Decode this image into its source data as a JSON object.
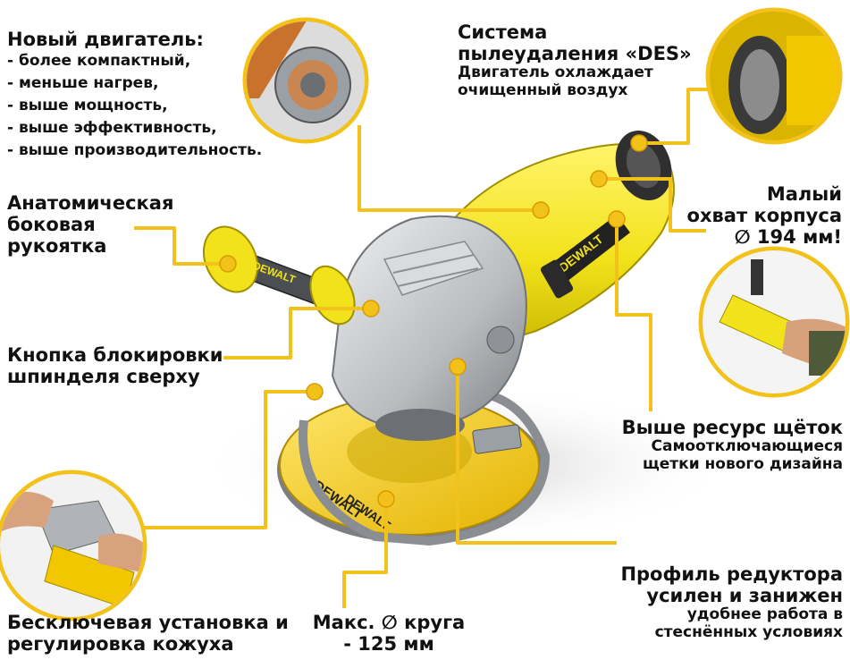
{
  "motor": {
    "title": "Новый двигатель:",
    "items": [
      "- более компактный,",
      "- меньше нагрев,",
      "- выше мощность,",
      "- выше эффективность,",
      "- выше производительность."
    ]
  },
  "handle": {
    "lines": [
      "Анатомическая",
      "боковая",
      "рукоятка"
    ]
  },
  "spindle": {
    "lines": [
      "Кнопка блокировки",
      "шпинделя сверху"
    ]
  },
  "guard": {
    "lines": [
      "Бесключевая установка и",
      "регулировка кожуха"
    ]
  },
  "disc": {
    "lines": [
      "Макс. ∅ круга",
      "- 125 мм"
    ]
  },
  "gearbox": {
    "title1": "Профиль  редуктора",
    "title2": "усилен и занижен",
    "sub1": "удобнее работа в",
    "sub2": "стеснённых условиях"
  },
  "brushes": {
    "title": "Выше ресурс щёток",
    "sub1": "Самоотключающиеся",
    "sub2": "щетки нового дизайна"
  },
  "body": {
    "lines": [
      "Малый",
      "охват корпуса",
      "∅ 194 мм!"
    ]
  },
  "dust": {
    "title1": "Система",
    "title2": "пылеудаления  «DES»",
    "sub1": "Двигатель охлаждает",
    "sub2": "очищенный воздух"
  },
  "brand_mark": "DEWALT",
  "colors": {
    "accent": "#f3c21a",
    "tool_yellow": "#f2e21b",
    "tool_gray": "#b9bcbf"
  }
}
